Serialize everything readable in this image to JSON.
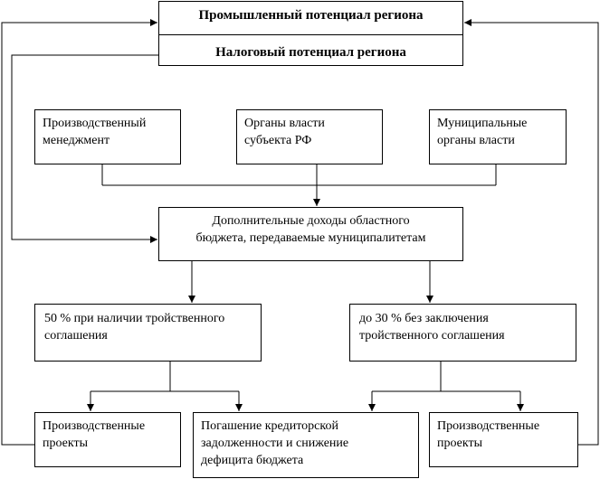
{
  "top_box": {
    "line1": "Промышленный потенциал региона",
    "line2": "Налоговый потенциал региона"
  },
  "sources": [
    {
      "line1": "Производственный",
      "line2": "менеджмент"
    },
    {
      "line1": "Органы власти",
      "line2": "субъекта РФ"
    },
    {
      "line1": "Муниципальные",
      "line2": "органы власти"
    }
  ],
  "income": {
    "line1": "Дополнительные доходы областного",
    "line2": "бюджета, передаваемые муниципалитетам"
  },
  "split_50": {
    "line1": "50 % при наличии тройственного",
    "line2": "соглашения"
  },
  "split_30": {
    "line1": "до 30 % без заключения",
    "line2": "тройственного соглашения"
  },
  "projects_left": {
    "line1": "Производственные",
    "line2": "проекты"
  },
  "debt": {
    "line1": "Погашение кредиторской",
    "line2": "задолженности и снижение",
    "line3": "дефицита бюджета"
  },
  "projects_right": {
    "line1": "Производственные",
    "line2": "проекты"
  }
}
